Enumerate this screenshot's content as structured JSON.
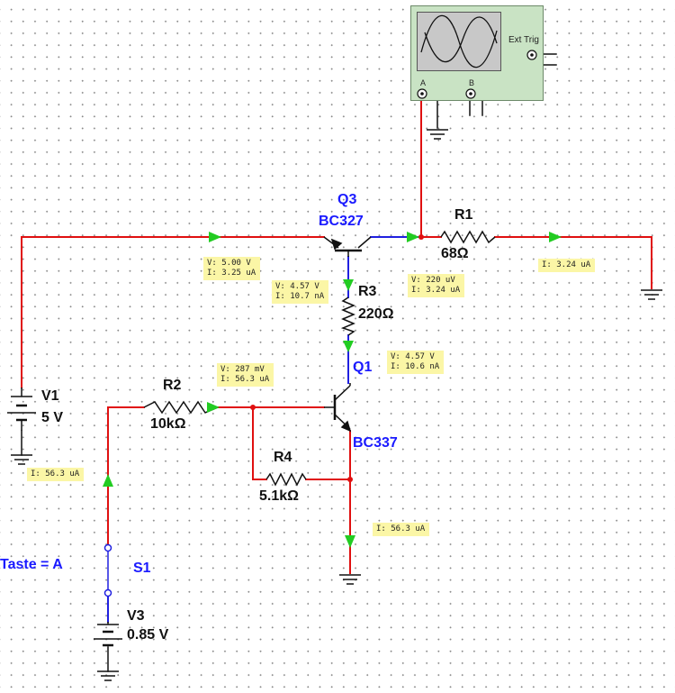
{
  "components": {
    "v1": {
      "name": "V1",
      "value": "5 V"
    },
    "v3": {
      "name": "V3",
      "value": "0.85 V"
    },
    "r1": {
      "name": "R1",
      "value": "68Ω"
    },
    "r2": {
      "name": "R2",
      "value": "10kΩ"
    },
    "r3": {
      "name": "R3",
      "value": "220Ω"
    },
    "r4": {
      "name": "R4",
      "value": "5.1kΩ"
    },
    "q1": {
      "name": "Q1",
      "model": "BC337"
    },
    "q3": {
      "name": "Q3",
      "model": "BC327"
    },
    "s1": {
      "name": "S1",
      "key": "Taste = A"
    }
  },
  "oscilloscope": {
    "ext_trig_label": "Ext Trig",
    "channel_a": "A",
    "channel_b": "B"
  },
  "probes": {
    "p_q3_emitter": {
      "v": "V: 5.00 V",
      "i": "I: 3.25 uA"
    },
    "p_q3_collector": {
      "v": "V: 4.57 V",
      "i": "I: 10.7 nA"
    },
    "p_r1_node": {
      "v": "V: 220 uV",
      "i": "I: 3.24 uA"
    },
    "p_r1_out": {
      "i": "I: 3.24 uA"
    },
    "p_q1_collector": {
      "v": "V: 4.57 V",
      "i": "I: 10.6 nA"
    },
    "p_q1_base": {
      "v": "V: 287 mV",
      "i": "I: 56.3 uA"
    },
    "p_v1": {
      "i": "I: 56.3 uA"
    },
    "p_q1_emitter": {
      "i": "I: 56.3 uA"
    }
  },
  "colors": {
    "wire_red": "#e01010",
    "wire_blue": "#2020e0",
    "arrow_green": "#22cc22",
    "probe_bg": "#fbf6a6",
    "label_blue": "#1a1aff",
    "scope_body": "#c9e3c4"
  }
}
